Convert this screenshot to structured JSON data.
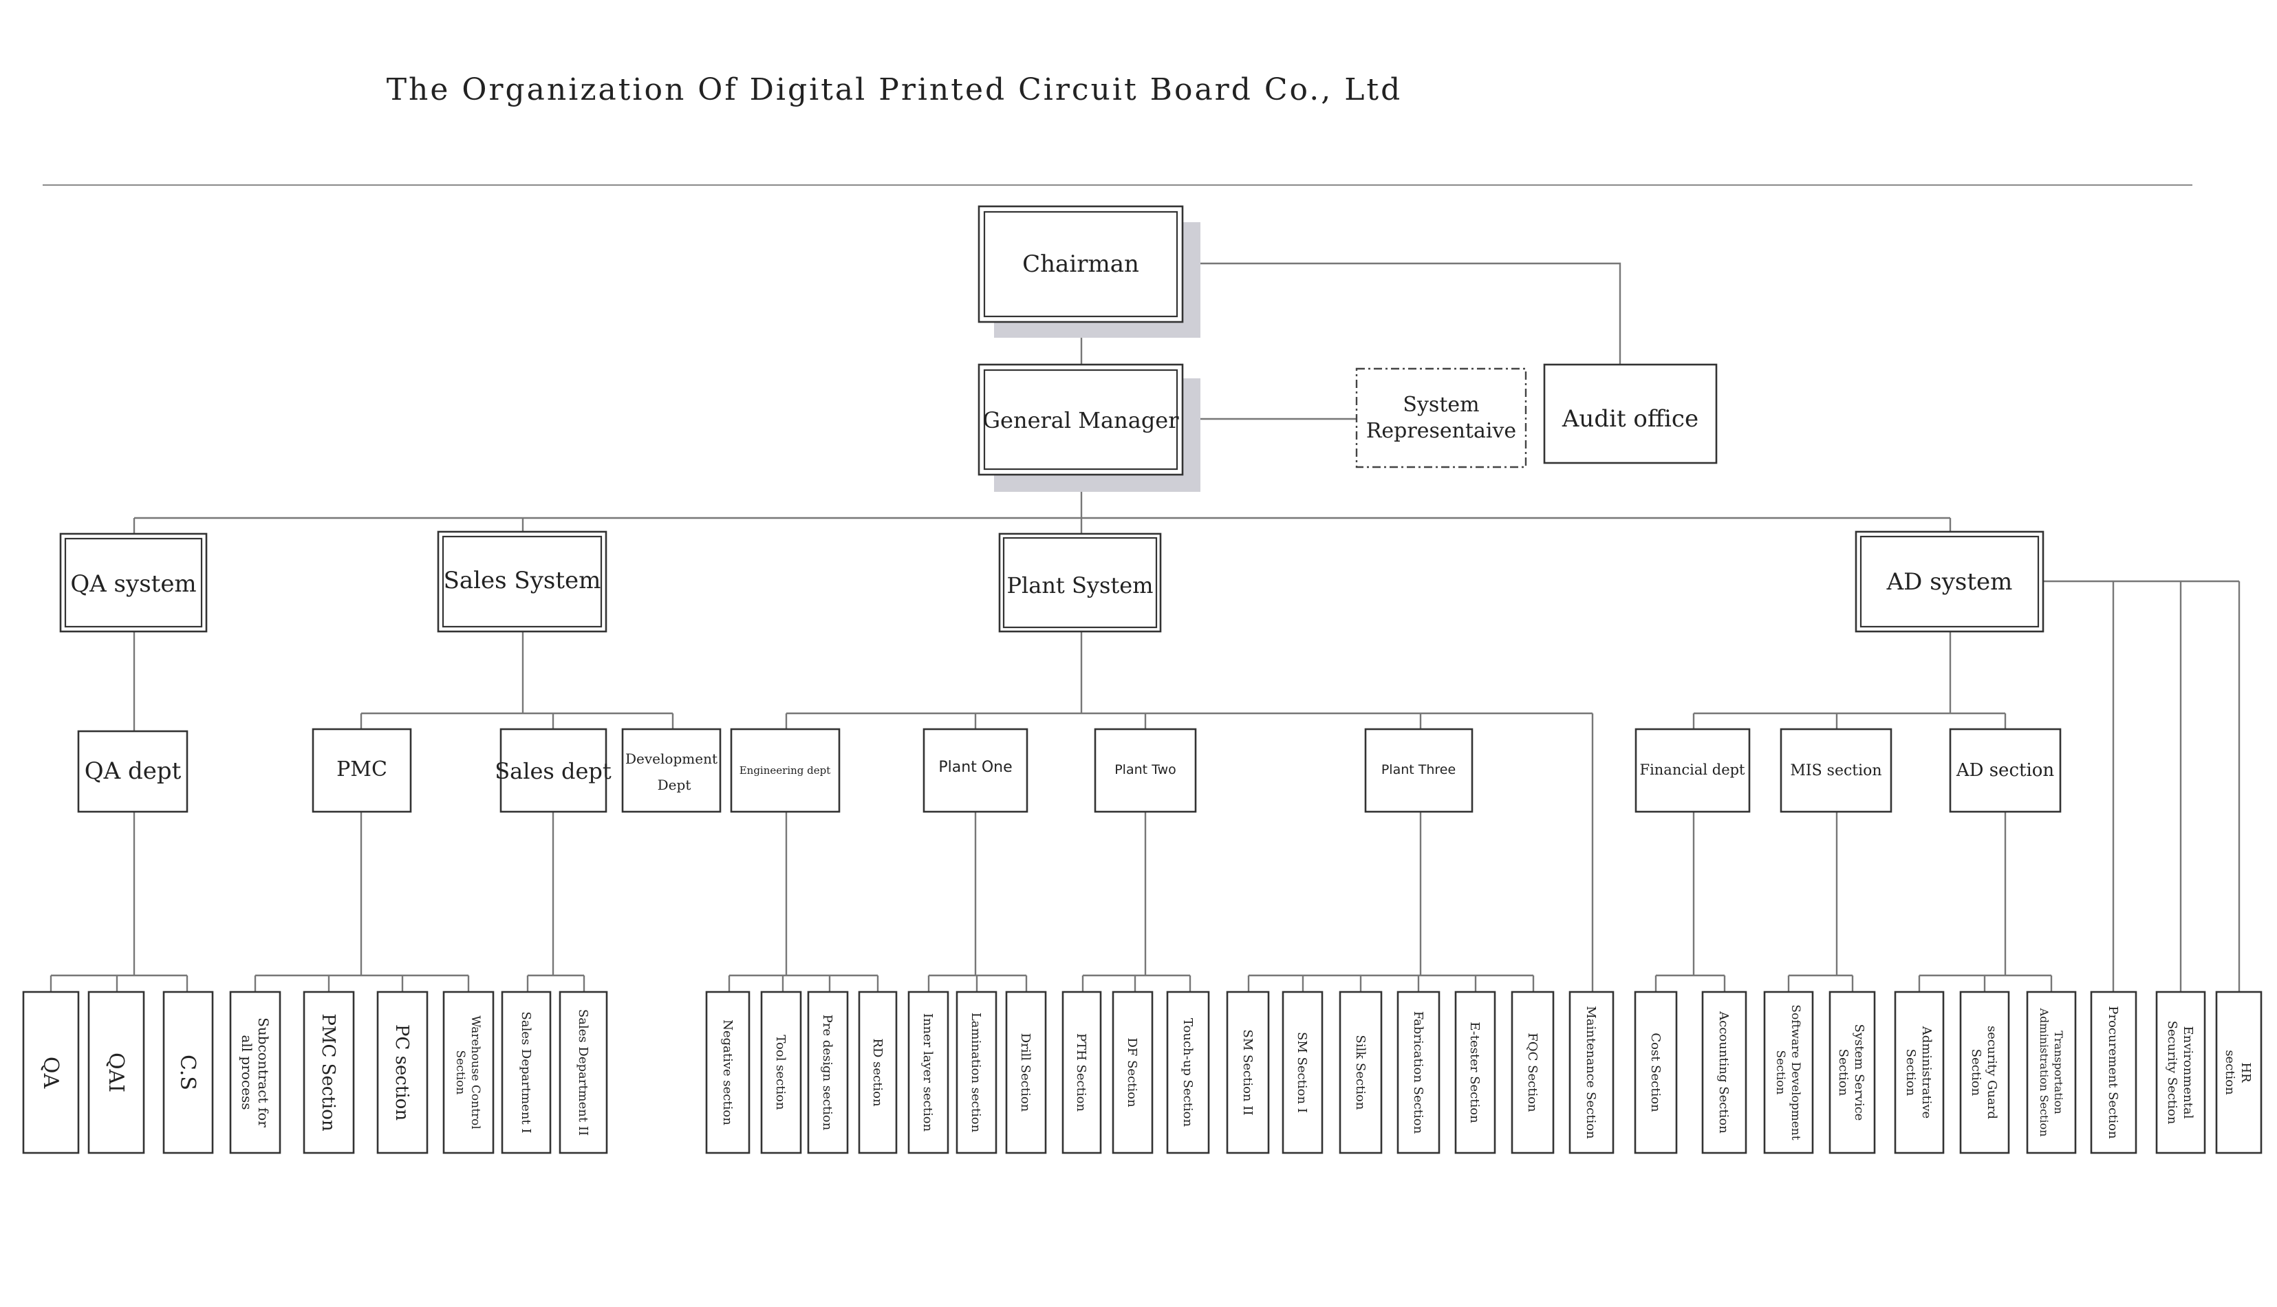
{
  "title": "The Organization Of Digital Printed Circuit Board Co., Ltd",
  "top": {
    "chairman": "Chairman",
    "general_manager": "General Manager",
    "system_rep": [
      "System",
      "Representaive"
    ],
    "audit": "Audit office"
  },
  "systems": {
    "qa": "QA system",
    "sales": "Sales System",
    "plant": "Plant System",
    "ad": "AD system"
  },
  "depts": {
    "qa_dept": "QA dept",
    "pmc": "PMC",
    "sales_dept": "Sales dept",
    "development": [
      "Development",
      "Dept"
    ],
    "engineering": "Engineering dept",
    "plant_one": "Plant One",
    "plant_two": "Plant Two",
    "plant_three": "Plant Three",
    "financial": "Financial dept",
    "mis": "MIS section",
    "ad_section": "AD section"
  },
  "sections": {
    "qa": [
      "QA",
      "QAI",
      "C.S"
    ],
    "pmc": [
      [
        "Subcontract for",
        "all process"
      ],
      [
        "PMC Section"
      ],
      [
        "PC section"
      ],
      [
        "Warehouse Control",
        "Section"
      ]
    ],
    "sales": [
      "Sales Department I",
      "Sales Department II"
    ],
    "engineering": [
      "Negative section",
      "Tool section",
      "Pre design section",
      "RD section"
    ],
    "plant_one": [
      "Inner layer section",
      "Lamination section",
      "Drill Section"
    ],
    "plant_two": [
      "PTH Section",
      "DF Section",
      "Touch-up Section"
    ],
    "plant_three": [
      "SM Section II",
      "SM Section I",
      "Silk Section",
      "Fabrication Section",
      "E-tester Section",
      "FQC Section"
    ],
    "maintenance": "Maintenance Section",
    "financial": [
      "Cost Section",
      "Accounting Section"
    ],
    "mis": [
      [
        "Software Development",
        "Section"
      ],
      [
        "System Service",
        "Section"
      ]
    ],
    "ad": [
      [
        "Administrative",
        "Section"
      ],
      [
        "security Guard",
        "Section"
      ],
      [
        "Transportation",
        "Administration Section"
      ]
    ],
    "ad_direct": [
      [
        "Procurement Section"
      ],
      [
        "Environmental",
        "Security Section"
      ],
      [
        "HR",
        "section"
      ]
    ]
  }
}
